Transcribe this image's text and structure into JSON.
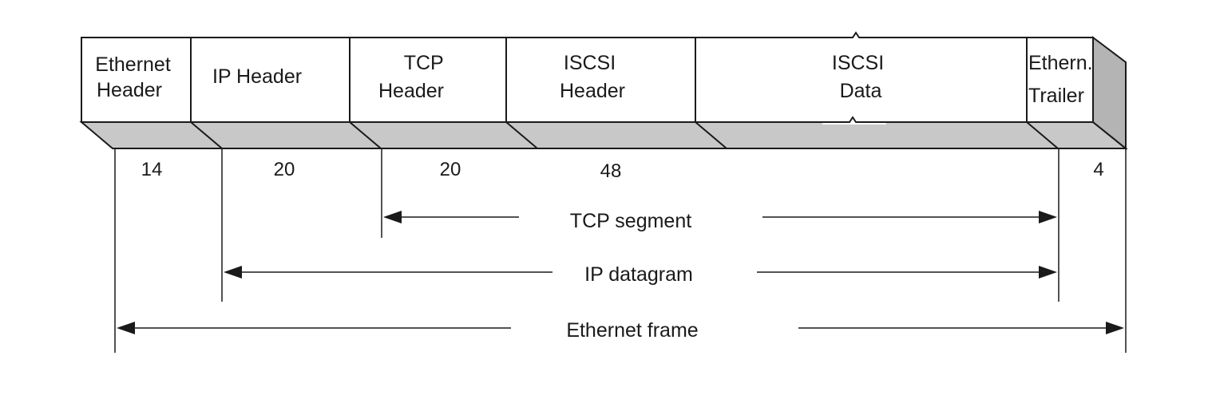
{
  "fields": [
    {
      "id": "ethernet-header",
      "lines": [
        "Ethernet",
        "Header"
      ],
      "size": "14"
    },
    {
      "id": "ip-header",
      "lines": [
        "IP Header"
      ],
      "size": "20"
    },
    {
      "id": "tcp-header",
      "lines": [
        "TCP",
        "Header"
      ],
      "size": "20"
    },
    {
      "id": "iscsi-header",
      "lines": [
        "ISCSI",
        "Header"
      ],
      "size": "48"
    },
    {
      "id": "iscsi-data",
      "lines": [
        "ISCSI",
        "Data"
      ],
      "size": ""
    },
    {
      "id": "ethernet-trailer",
      "lines": [
        "Ethern.",
        "Trailer"
      ],
      "size": "4"
    }
  ],
  "spans": {
    "tcp_segment": "TCP segment",
    "ip_datagram": "IP datagram",
    "ethernet_frame": "Ethernet frame"
  },
  "colors": {
    "box_fill": "#ffffff",
    "shade": "#c8c8c8",
    "shade_dark": "#b4b4b4",
    "stroke": "#1a1a1a"
  }
}
